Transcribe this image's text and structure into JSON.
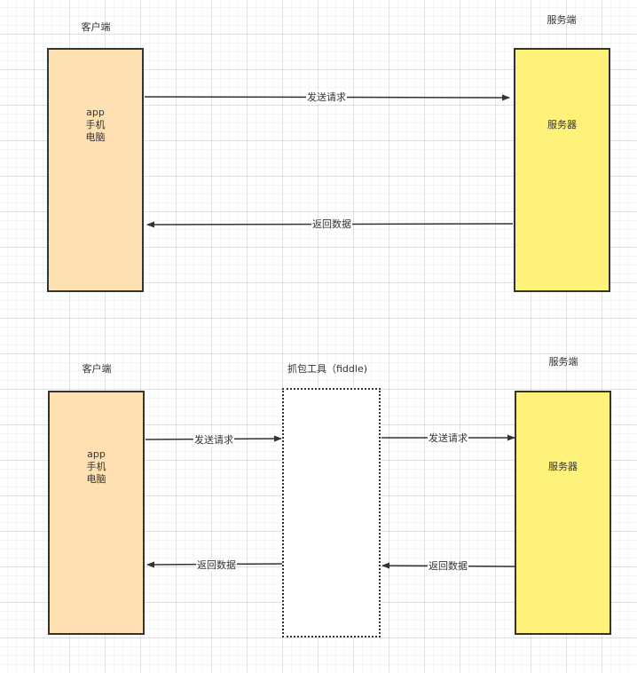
{
  "top": {
    "client_caption": "客户端",
    "server_caption": "服务端",
    "client_lines": [
      "app",
      "手机",
      "电脑"
    ],
    "server_label": "服务器",
    "request_label": "发送请求",
    "response_label": "返回数据"
  },
  "bottom": {
    "client_caption": "客户端",
    "proxy_caption": "抓包工具（fiddle)",
    "server_caption": "服务端",
    "client_lines": [
      "app",
      "手机",
      "电脑"
    ],
    "server_label": "服务器",
    "request_label_left": "发送请求",
    "request_label_right": "发送请求",
    "response_label_left": "返回数据",
    "response_label_right": "返回数据"
  },
  "colors": {
    "client_fill": "#ffe0b2",
    "server_fill": "#fff27a",
    "stroke": "#333333"
  }
}
